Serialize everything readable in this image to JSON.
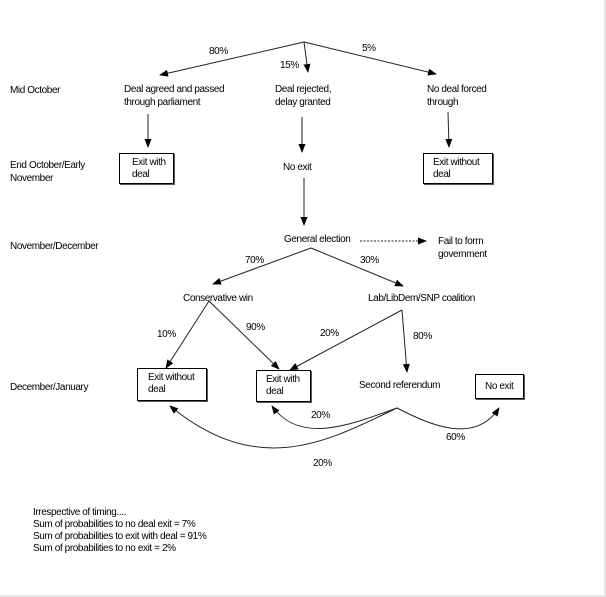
{
  "timeline": {
    "mid_october": "Mid October",
    "end_october_line1": "End October/Early",
    "end_october_line2": "November",
    "nov_dec": "November/December",
    "dec_jan": "December/January"
  },
  "nodes": {
    "deal_agreed_line1": "Deal agreed and passed",
    "deal_agreed_line2": "through parliament",
    "deal_rejected_line1": "Deal rejected,",
    "deal_rejected_line2": "delay granted",
    "no_deal_forced_line1": "No deal forced",
    "no_deal_forced_line2": "through",
    "exit_with_deal_1_line1": "Exit with",
    "exit_with_deal_1_line2": "deal",
    "no_exit_1": "No exit",
    "exit_without_deal_1_line1": "Exit without",
    "exit_without_deal_1_line2": "deal",
    "general_election": "General election",
    "fail_to_form_line1": "Fail to form",
    "fail_to_form_line2": "government",
    "conservative_win": "Conservative win",
    "coalition": "Lab/LibDem/SNP coalition",
    "exit_without_deal_2_line1": "Exit without",
    "exit_without_deal_2_line2": "deal",
    "exit_with_deal_2_line1": "Exit with",
    "exit_with_deal_2_line2": "deal",
    "second_referendum": "Second referendum",
    "no_exit_2": "No exit"
  },
  "probabilities": {
    "deal_agreed": "80%",
    "deal_rejected": "15%",
    "no_deal_forced": "5%",
    "conservative_win": "70%",
    "coalition": "30%",
    "con_to_no_deal": "10%",
    "con_to_deal": "90%",
    "coal_to_deal": "20%",
    "coal_to_referendum": "80%",
    "ref_to_deal": "20%",
    "ref_to_no_exit": "60%",
    "ref_to_no_deal": "20%"
  },
  "summary": {
    "heading": "Irrespective of timing....",
    "no_deal": "Sum of  probabilities to no deal exit = 7%",
    "with_deal": "Sum of probabilities to exit with deal = 91%",
    "no_exit": "Sum of probabilities to no exit = 2%"
  }
}
